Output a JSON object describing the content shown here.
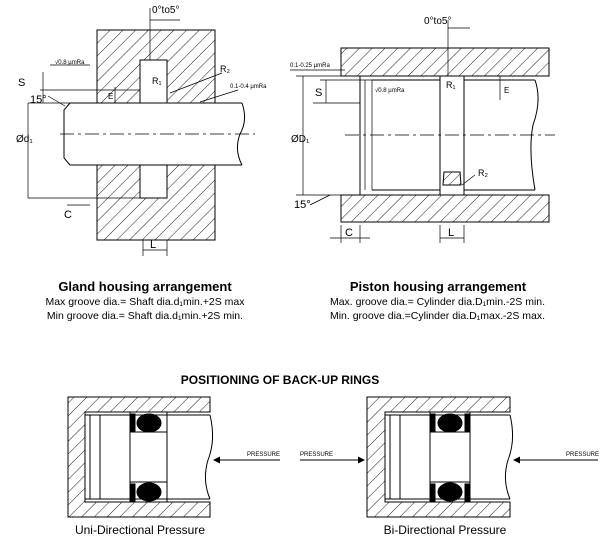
{
  "gland": {
    "title": "Gland housing arrangement",
    "line1": "Max groove dia.= Shaft dia.d₁min.+2S max",
    "line2": "Min groove dia.= Shaft dia.d₁min.+2S min.",
    "labels": {
      "angle_top": "0°to5°",
      "finish_left": "√0.8 µmRa",
      "finish_right": "0.1-0.4 µmRa",
      "r1": "R₁",
      "r2": "R₂",
      "s": "S",
      "e": "E",
      "angle15": "15°",
      "d1": "Ød₁",
      "c": "C",
      "l": "L"
    }
  },
  "piston": {
    "title": "Piston housing arrangement",
    "line1": "Max. groove dia.= Cylinder dia.D₁min.-2S min.",
    "line2": "Min. groove dia.=Cylinder dia.D₁max.-2S max.",
    "labels": {
      "angle_top": "0°to5°",
      "finish_left": "0.1-0.25 µmRa",
      "finish_mid": "√0.8 µmRa",
      "r1": "R₁",
      "r2": "R₂",
      "s": "S",
      "e": "E",
      "angle15": "15°",
      "d1": "ØD₁",
      "c": "C",
      "l": "L"
    }
  },
  "backup": {
    "heading": "POSITIONING OF BACK-UP RINGS",
    "uni_caption": "Uni-Directional Pressure",
    "bi_caption": "Bi-Directional Pressure",
    "pressure": "PRESSURE"
  }
}
